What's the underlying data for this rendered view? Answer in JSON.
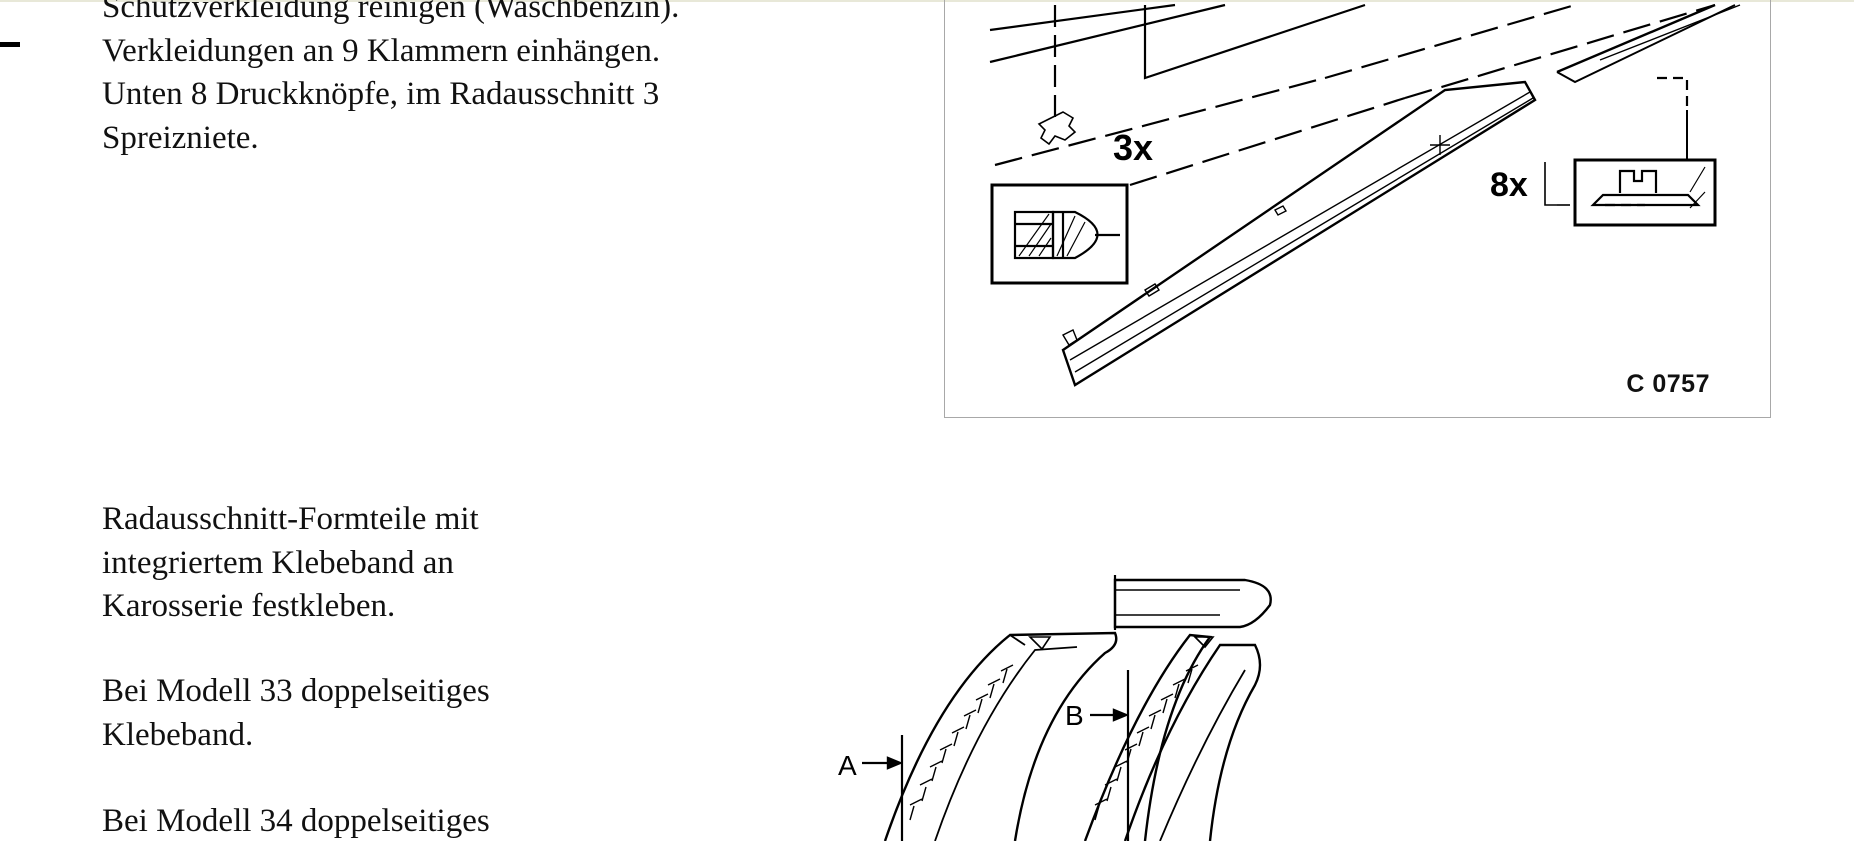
{
  "section1": {
    "lines": [
      "Schutzverkleidung reinigen (Waschbenzin).",
      "Verkleidungen an 9 Klammern einhängen.",
      "Unten 8 Druckknöpfe, im Radausschnitt 3",
      "Spreizniete."
    ]
  },
  "figure1": {
    "callout_rivets": "3x",
    "callout_buttons": "8x",
    "code": "C 0757"
  },
  "section2": {
    "lines": [
      "Radausschnitt-Formteile mit",
      "integriertem Klebeband an",
      "Karosserie festkleben."
    ]
  },
  "section3": {
    "lines": [
      "Bei Modell 33 doppelseitiges",
      "Klebeband."
    ]
  },
  "section4": {
    "lines": [
      "Bei Modell 34 doppelseitiges"
    ]
  },
  "figure2": {
    "label_a": "A",
    "label_b": "B"
  }
}
